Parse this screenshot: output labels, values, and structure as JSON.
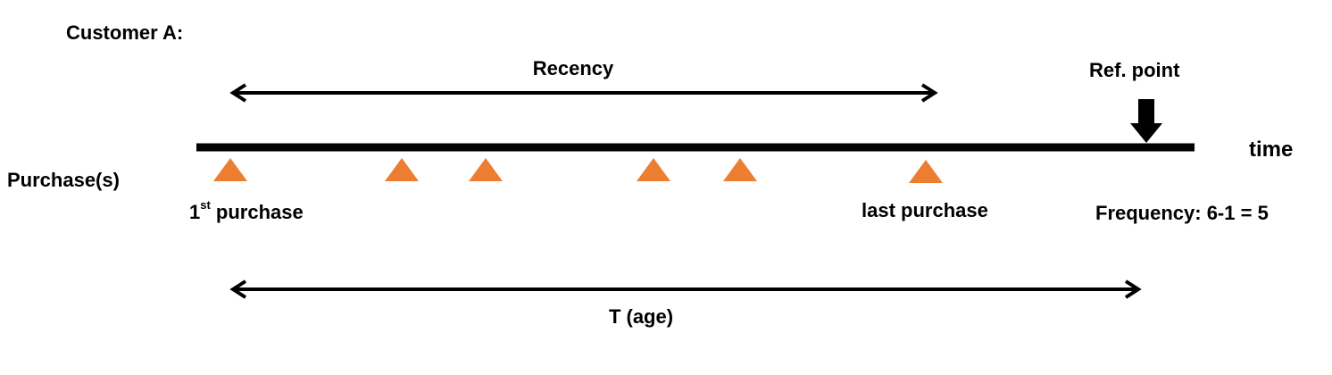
{
  "customer_label": "Customer A:",
  "recency_label": "Recency",
  "ref_point_label": "Ref. point",
  "time_label": "time",
  "purchases_label": "Purchase(s)",
  "first_purchase": {
    "prefix": "1",
    "sup": "st",
    "text": " purchase"
  },
  "last_purchase_label": "last purchase",
  "frequency_label": "Frequency: 6-1 = 5",
  "age_label": "T (age)",
  "purchase_count": 6,
  "colors": {
    "marker": "#ED7D31",
    "line": "#000000"
  }
}
